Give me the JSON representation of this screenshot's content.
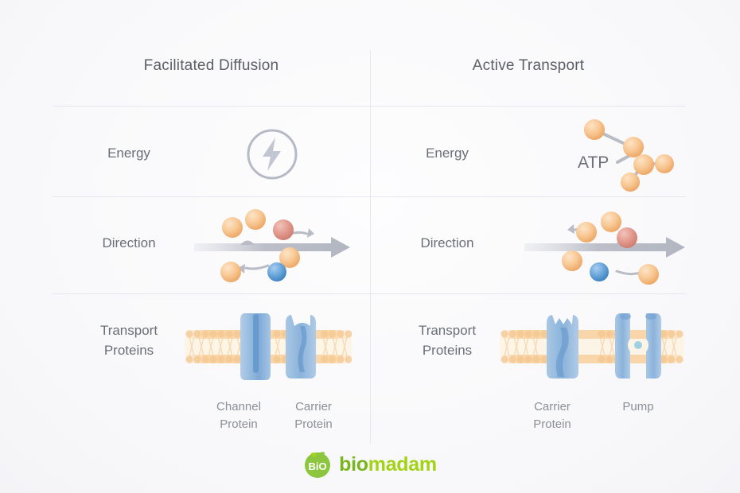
{
  "meta": {
    "background": "#fbfbfc",
    "divider_color": "#e6e6ec",
    "title_color": "#5b5f66",
    "label_color": "#6a6e75",
    "caption_color": "#8b8f96",
    "particle_orange": "#f7c48e",
    "particle_red": "#e08f84",
    "particle_blue": "#5b9bd5",
    "protein_blue": "#8fb6dd",
    "membrane_orange": "#f8d2a4",
    "arrow_gray": "#b9bcc4"
  },
  "columns": [
    {
      "id": "facilitated-diffusion",
      "title": "Facilitated Diffusion"
    },
    {
      "id": "active-transport",
      "title": "Active Transport"
    }
  ],
  "rows": [
    {
      "id": "energy",
      "left": {
        "label": "Energy",
        "icon": "lightning-bolt-circle-icon",
        "text": ""
      },
      "right": {
        "label": "Energy",
        "icon": "atp-molecule-icon",
        "text": "ATP"
      }
    },
    {
      "id": "direction",
      "left": {
        "label": "Direction",
        "icon": "gradient-arrow-with-particles-icon",
        "text": ""
      },
      "right": {
        "label": "Direction",
        "icon": "gradient-arrow-against-particles-icon",
        "text": ""
      }
    },
    {
      "id": "transport-proteins",
      "left": {
        "label": "Transport\nProteins",
        "icon": "membrane-channel-carrier-icon",
        "captions": [
          "Channel\nProtein",
          "Carrier\nProtein"
        ]
      },
      "right": {
        "label": "Transport\nProteins",
        "icon": "membrane-carrier-pump-icon",
        "captions": [
          "Carrier\nProtein",
          "Pump"
        ]
      }
    }
  ],
  "footer": {
    "badge_text": "BiO",
    "brand_first": "bio",
    "brand_second": "madam",
    "badge_color": "#8cc63f",
    "brand_first_color": "#7ab51d",
    "brand_second_color": "#a4d216"
  }
}
